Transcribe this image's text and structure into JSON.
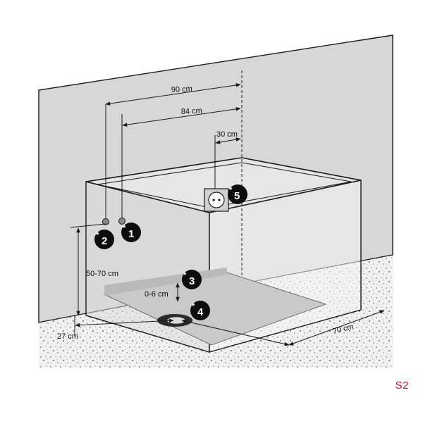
{
  "dimensions": {
    "width_90": "90 cm",
    "width_84": "84 cm",
    "outlet_offset": "30 cm",
    "height": "50-70 cm",
    "tray_height": "0-6 cm",
    "depth_left": "27 cm",
    "depth_right": "70 cm"
  },
  "markers": {
    "m1": {
      "star": "*",
      "num": "1"
    },
    "m2": {
      "star": "*",
      "num": "2"
    },
    "m3": {
      "star": "*",
      "num": "3"
    },
    "m4": {
      "star": "*",
      "num": "4"
    },
    "m5": {
      "star": "*",
      "num": "5"
    }
  },
  "page_code": "S2",
  "colors": {
    "wall": "#d7d7d7",
    "floor_speckle": "#ededed",
    "line": "#1a1a1a",
    "tray": "#c9c9c9",
    "marker_bg": "#0d0d0d",
    "page_code": "#c8102e"
  }
}
